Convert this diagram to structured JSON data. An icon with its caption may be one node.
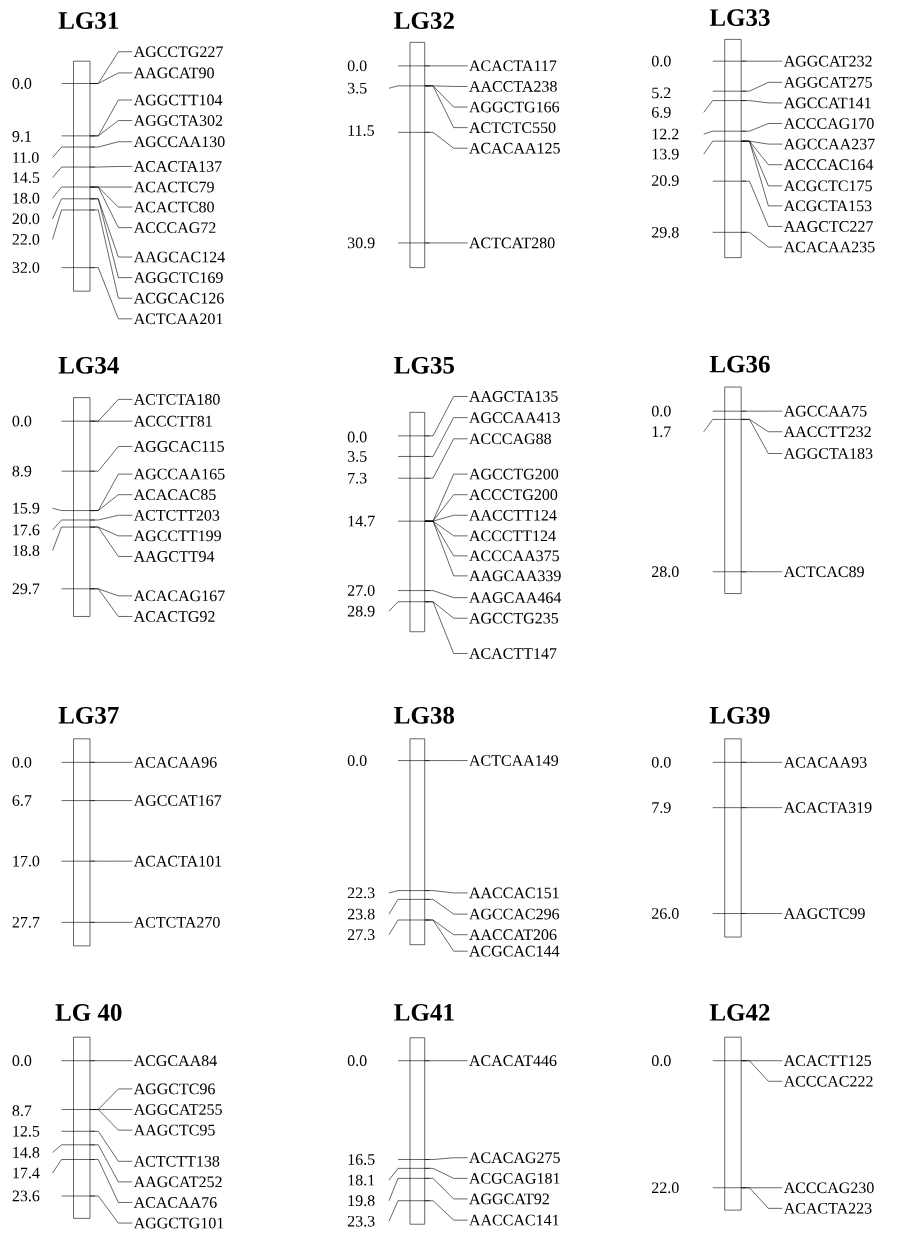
{
  "diagram": {
    "nodes": [
      {
        "text": [
          "LG31"
        ],
        "beside": [
          "0.0",
          "9.1",
          "11.0",
          "14.5",
          "18.0",
          "20.0",
          "22.0",
          "32.0"
        ]
      },
      {
        "text": [
          "AGCCTG227"
        ]
      },
      {
        "text": [
          "AAGCAT90"
        ]
      },
      {
        "text": [
          "AGGCTT104"
        ]
      },
      {
        "text": [
          "AGGCTA302"
        ]
      },
      {
        "text": [
          "AGCCAA130"
        ]
      },
      {
        "text": [
          "ACACTA137"
        ]
      },
      {
        "text": [
          "ACACTC79"
        ]
      },
      {
        "text": [
          "ACACTC80"
        ]
      },
      {
        "text": [
          "ACCCAG72"
        ]
      },
      {
        "text": [
          "AAGCAC124"
        ]
      },
      {
        "text": [
          "AGGCTC169"
        ]
      },
      {
        "text": [
          "ACGCAC126"
        ]
      },
      {
        "text": [
          "ACTCAA201"
        ]
      },
      {
        "text": [
          "LG32"
        ],
        "beside": [
          "0.0",
          "3.5",
          "11.5",
          "30.9"
        ]
      },
      {
        "text": [
          "ACACTA117"
        ]
      },
      {
        "text": [
          "AACCTA238"
        ]
      },
      {
        "text": [
          "AGGCTG166"
        ]
      },
      {
        "text": [
          "ACTCTC550"
        ]
      },
      {
        "text": [
          "ACACAA125"
        ]
      },
      {
        "text": [
          "ACTCAT280"
        ]
      },
      {
        "text": [
          "LG33"
        ],
        "beside": [
          "0.0",
          "5.2",
          "6.9",
          "12.2",
          "13.9",
          "20.9",
          "29.8"
        ]
      },
      {
        "text": [
          "AGGCAT232"
        ]
      },
      {
        "text": [
          "AGGCAT275"
        ]
      },
      {
        "text": [
          "AGCCAT141"
        ]
      },
      {
        "text": [
          "ACCCAG170"
        ]
      },
      {
        "text": [
          "AGCCAA237"
        ]
      },
      {
        "text": [
          "ACCCAC164"
        ]
      },
      {
        "text": [
          "ACGCTC175"
        ]
      },
      {
        "text": [
          "ACGCTA153"
        ]
      },
      {
        "text": [
          "AAGCTC227"
        ]
      },
      {
        "text": [
          "ACACAA235"
        ]
      },
      {
        "text": [
          "LG34"
        ],
        "beside": [
          "0.0",
          "8.9",
          "15.9",
          "17.6",
          "18.8",
          "29.7"
        ]
      },
      {
        "text": [
          "ACTCTA180"
        ]
      },
      {
        "text": [
          "ACCCTT81"
        ]
      },
      {
        "text": [
          "AGGCAC115"
        ]
      },
      {
        "text": [
          "AGCCAA165"
        ]
      },
      {
        "text": [
          "ACACAC85"
        ]
      },
      {
        "text": [
          "ACTCTT203"
        ]
      },
      {
        "text": [
          "AGCCTT199"
        ]
      },
      {
        "text": [
          "AAGCTT94"
        ]
      },
      {
        "text": [
          "ACACAG167"
        ]
      },
      {
        "text": [
          "ACACTG92"
        ]
      },
      {
        "text": [
          "LG35"
        ],
        "beside": [
          "0.0",
          "3.5",
          "7.3",
          "14.7",
          "27.0",
          "28.9"
        ]
      },
      {
        "text": [
          "AAGCTA135"
        ]
      },
      {
        "text": [
          "AGCCAA413"
        ]
      },
      {
        "text": [
          "ACCCAG88"
        ]
      },
      {
        "text": [
          "AGCCTG200"
        ]
      },
      {
        "text": [
          "ACCCTG200"
        ]
      },
      {
        "text": [
          "AACCTT124"
        ]
      },
      {
        "text": [
          "ACCCTT124"
        ]
      },
      {
        "text": [
          "ACCCAA375"
        ]
      },
      {
        "text": [
          "AAGCAA339"
        ]
      },
      {
        "text": [
          "AAGCAA464"
        ]
      },
      {
        "text": [
          "AGCCTG235"
        ]
      },
      {
        "text": [
          "ACACTT147"
        ]
      },
      {
        "text": [
          "LG36"
        ],
        "beside": [
          "0.0",
          "1.7",
          "28.0"
        ]
      },
      {
        "text": [
          "AGCCAA75"
        ]
      },
      {
        "text": [
          "AACCTT232"
        ]
      },
      {
        "text": [
          "AGGCTA183"
        ]
      },
      {
        "text": [
          "ACTCAC89"
        ]
      },
      {
        "text": [
          "LG37"
        ],
        "beside": [
          "0.0",
          "6.7",
          "17.0",
          "27.7"
        ]
      },
      {
        "text": [
          "ACACAA96"
        ]
      },
      {
        "text": [
          "AGCCAT167"
        ]
      },
      {
        "text": [
          "ACACTA101"
        ]
      },
      {
        "text": [
          "ACTCTA270"
        ]
      },
      {
        "text": [
          "LG38"
        ],
        "beside": [
          "0.0",
          "22.3",
          "23.8",
          "27.3"
        ]
      },
      {
        "text": [
          "ACTCAA149"
        ]
      },
      {
        "text": [
          "AACCAC151"
        ]
      },
      {
        "text": [
          "AGCCAC296"
        ]
      },
      {
        "text": [
          "AACCAT206"
        ]
      },
      {
        "text": [
          "ACGCAC144"
        ]
      },
      {
        "text": [
          "LG39"
        ],
        "beside": [
          "0.0",
          "7.9",
          "26.0"
        ]
      },
      {
        "text": [
          "ACACAA93"
        ]
      },
      {
        "text": [
          "ACACTA319"
        ]
      },
      {
        "text": [
          "AAGCTC99"
        ]
      },
      {
        "text": [
          "LG 40"
        ],
        "beside": [
          "0.0",
          "8.7",
          "12.5",
          "14.8",
          "17.4",
          "23.6"
        ]
      },
      {
        "text": [
          "ACGCAA84"
        ]
      },
      {
        "text": [
          "AGGCTC96"
        ]
      },
      {
        "text": [
          "AGGCAT255"
        ]
      },
      {
        "text": [
          "AAGCTC95"
        ]
      },
      {
        "text": [
          "ACTCTT138"
        ]
      },
      {
        "text": [
          "AAGCAT252"
        ]
      },
      {
        "text": [
          "ACACAA76"
        ]
      },
      {
        "text": [
          "AGGCTG101"
        ]
      },
      {
        "text": [
          "LG41"
        ],
        "beside": [
          "0.0",
          "16.5",
          "18.1",
          "19.8",
          "23.3"
        ]
      },
      {
        "text": [
          "ACACAT446"
        ]
      },
      {
        "text": [
          "ACACAG275"
        ]
      },
      {
        "text": [
          "ACGCAG181"
        ]
      },
      {
        "text": [
          "AGGCAT92"
        ]
      },
      {
        "text": [
          "AACCAC141"
        ]
      },
      {
        "text": [
          "LG42"
        ],
        "beside": [
          "0.0",
          "22.0"
        ]
      },
      {
        "text": [
          "ACACTT125"
        ]
      },
      {
        "text": [
          "ACCCAC222"
        ]
      },
      {
        "text": [
          "ACCCAG230"
        ]
      },
      {
        "text": [
          "ACACTA223"
        ]
      }
    ],
    "edges": [
      {
        "from": 0,
        "to": 1,
        "arrow": "none"
      },
      {
        "from": 0,
        "to": 2,
        "arrow": "none"
      },
      {
        "from": 0,
        "to": 3,
        "arrow": "none"
      },
      {
        "from": 0,
        "to": 4,
        "arrow": "none"
      },
      {
        "from": 0,
        "to": 5,
        "arrow": "none"
      },
      {
        "from": 0,
        "to": 6,
        "arrow": "none"
      },
      {
        "from": 0,
        "to": 7,
        "arrow": "none"
      },
      {
        "from": 0,
        "to": 8,
        "arrow": "none"
      },
      {
        "from": 0,
        "to": 9,
        "arrow": "none"
      },
      {
        "from": 0,
        "to": 10,
        "arrow": "none"
      },
      {
        "from": 0,
        "to": 11,
        "arrow": "none"
      },
      {
        "from": 0,
        "to": 12,
        "arrow": "none"
      },
      {
        "from": 0,
        "to": 13,
        "arrow": "none"
      },
      {
        "from": 14,
        "to": 15,
        "arrow": "none"
      },
      {
        "from": 14,
        "to": 16,
        "arrow": "none"
      },
      {
        "from": 14,
        "to": 17,
        "arrow": "none"
      },
      {
        "from": 14,
        "to": 18,
        "arrow": "none"
      },
      {
        "from": 14,
        "to": 19,
        "arrow": "none"
      },
      {
        "from": 14,
        "to": 20,
        "arrow": "none"
      },
      {
        "from": 21,
        "to": 22,
        "arrow": "none"
      },
      {
        "from": 21,
        "to": 23,
        "arrow": "none"
      },
      {
        "from": 21,
        "to": 24,
        "arrow": "none"
      },
      {
        "from": 21,
        "to": 25,
        "arrow": "none"
      },
      {
        "from": 21,
        "to": 26,
        "arrow": "none"
      },
      {
        "from": 21,
        "to": 27,
        "arrow": "none"
      },
      {
        "from": 21,
        "to": 28,
        "arrow": "none"
      },
      {
        "from": 21,
        "to": 29,
        "arrow": "none"
      },
      {
        "from": 21,
        "to": 30,
        "arrow": "none"
      },
      {
        "from": 21,
        "to": 31,
        "arrow": "none"
      },
      {
        "from": 32,
        "to": 33,
        "arrow": "none"
      },
      {
        "from": 32,
        "to": 34,
        "arrow": "none"
      },
      {
        "from": 32,
        "to": 35,
        "arrow": "none"
      },
      {
        "from": 32,
        "to": 36,
        "arrow": "none"
      },
      {
        "from": 32,
        "to": 37,
        "arrow": "none"
      },
      {
        "from": 32,
        "to": 38,
        "arrow": "none"
      },
      {
        "from": 32,
        "to": 39,
        "arrow": "none"
      },
      {
        "from": 32,
        "to": 40,
        "arrow": "none"
      },
      {
        "from": 32,
        "to": 41,
        "arrow": "none"
      },
      {
        "from": 32,
        "to": 42,
        "arrow": "none"
      },
      {
        "from": 43,
        "to": 44,
        "arrow": "none"
      },
      {
        "from": 43,
        "to": 45,
        "arrow": "none"
      },
      {
        "from": 43,
        "to": 46,
        "arrow": "none"
      },
      {
        "from": 43,
        "to": 47,
        "arrow": "none"
      },
      {
        "from": 43,
        "to": 48,
        "arrow": "none"
      },
      {
        "from": 43,
        "to": 49,
        "arrow": "none"
      },
      {
        "from": 43,
        "to": 50,
        "arrow": "none"
      },
      {
        "from": 43,
        "to": 51,
        "arrow": "none"
      },
      {
        "from": 43,
        "to": 52,
        "arrow": "none"
      },
      {
        "from": 43,
        "to": 53,
        "arrow": "none"
      },
      {
        "from": 43,
        "to": 54,
        "arrow": "none"
      },
      {
        "from": 43,
        "to": 55,
        "arrow": "none"
      },
      {
        "from": 56,
        "to": 57,
        "arrow": "none"
      },
      {
        "from": 56,
        "to": 58,
        "arrow": "none"
      },
      {
        "from": 56,
        "to": 59,
        "arrow": "none"
      },
      {
        "from": 56,
        "to": 60,
        "arrow": "none"
      },
      {
        "from": 61,
        "to": 62,
        "arrow": "none"
      },
      {
        "from": 61,
        "to": 63,
        "arrow": "none"
      },
      {
        "from": 61,
        "to": 64,
        "arrow": "none"
      },
      {
        "from": 61,
        "to": 65,
        "arrow": "none"
      },
      {
        "from": 66,
        "to": 67,
        "arrow": "none"
      },
      {
        "from": 66,
        "to": 68,
        "arrow": "none"
      },
      {
        "from": 66,
        "to": 69,
        "arrow": "none"
      },
      {
        "from": 66,
        "to": 70,
        "arrow": "none"
      },
      {
        "from": 66,
        "to": 71,
        "arrow": "none"
      },
      {
        "from": 72,
        "to": 73,
        "arrow": "none"
      },
      {
        "from": 72,
        "to": 74,
        "arrow": "none"
      },
      {
        "from": 72,
        "to": 75,
        "arrow": "none"
      },
      {
        "from": 76,
        "to": 77,
        "arrow": "none"
      },
      {
        "from": 76,
        "to": 78,
        "arrow": "none"
      },
      {
        "from": 76,
        "to": 79,
        "arrow": "none"
      },
      {
        "from": 76,
        "to": 80,
        "arrow": "none"
      },
      {
        "from": 76,
        "to": 81,
        "arrow": "none"
      },
      {
        "from": 76,
        "to": 82,
        "arrow": "none"
      },
      {
        "from": 76,
        "to": 83,
        "arrow": "none"
      },
      {
        "from": 76,
        "to": 84,
        "arrow": "none"
      },
      {
        "from": 85,
        "to": 86,
        "arrow": "none"
      },
      {
        "from": 85,
        "to": 87,
        "arrow": "none"
      },
      {
        "from": 85,
        "to": 88,
        "arrow": "none"
      },
      {
        "from": 85,
        "to": 89,
        "arrow": "none"
      },
      {
        "from": 85,
        "to": 90,
        "arrow": "none"
      },
      {
        "from": 91,
        "to": 92,
        "arrow": "none"
      },
      {
        "from": 91,
        "to": 93,
        "arrow": "none"
      },
      {
        "from": 91,
        "to": 94,
        "arrow": "none"
      },
      {
        "from": 91,
        "to": 95,
        "arrow": "none"
      }
    ]
  }
}
